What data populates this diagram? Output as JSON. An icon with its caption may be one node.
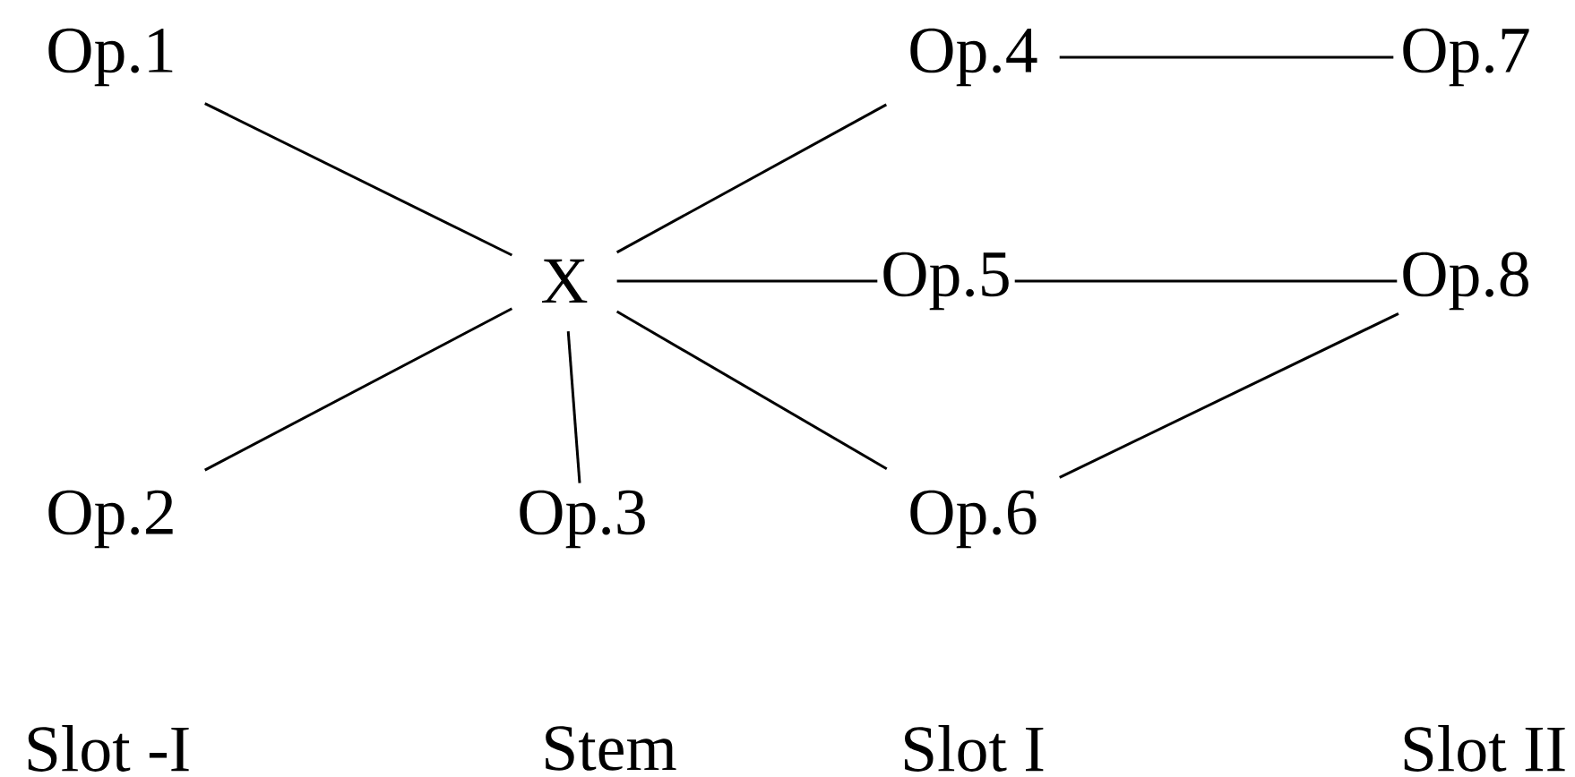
{
  "diagram": {
    "nodes": [
      {
        "text": [
          "Op.1"
        ]
      },
      {
        "text": [
          "Op.4"
        ]
      },
      {
        "text": [
          "Op.7"
        ]
      },
      {
        "text": [
          "X"
        ]
      },
      {
        "text": [
          "Op.5"
        ]
      },
      {
        "text": [
          "Op.8"
        ]
      },
      {
        "text": [
          "Op.2"
        ]
      },
      {
        "text": [
          "Op.3"
        ]
      },
      {
        "text": [
          "Op.6"
        ]
      }
    ],
    "edges": [
      {
        "from": 0,
        "to": 3,
        "arrow": "none"
      },
      {
        "from": 3,
        "to": 1,
        "arrow": "none"
      },
      {
        "from": 1,
        "to": 2,
        "arrow": "none"
      },
      {
        "from": 3,
        "to": 4,
        "arrow": "none"
      },
      {
        "from": 4,
        "to": 5,
        "arrow": "none"
      },
      {
        "from": 6,
        "to": 3,
        "arrow": "none"
      },
      {
        "from": 3,
        "to": 7,
        "arrow": "none"
      },
      {
        "from": 3,
        "to": 8,
        "arrow": "none"
      },
      {
        "from": 8,
        "to": 5,
        "arrow": "none"
      }
    ],
    "labels": [
      "Slot -I",
      "Stem",
      "Slot I",
      "Slot II"
    ]
  }
}
